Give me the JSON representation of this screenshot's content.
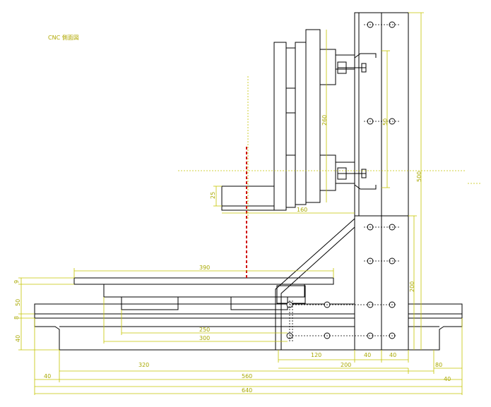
{
  "title": "CNC  側面図",
  "dimensions": {
    "top_table_width": "390",
    "lower_width_250": "250",
    "lower_width_300": "300",
    "slot_160": "160",
    "h_25": "25",
    "h_260": "260",
    "h_50_col": "50",
    "col_height_500": "500",
    "gusset_200": "200",
    "table_thk_9": "9",
    "left_50": "50",
    "left_8": "8",
    "left_40": "40",
    "bottom_120": "120",
    "bottom_40a": "40",
    "bottom_40b": "40",
    "bottom_200": "200",
    "bottom_320": "320",
    "bottom_80": "80",
    "bottom_40_left": "40",
    "bottom_560": "560",
    "bottom_40_right": "40",
    "bottom_640": "640"
  },
  "colors": {
    "dimension": "#c4c400",
    "line": "#000000",
    "centerline": "#d01010"
  }
}
